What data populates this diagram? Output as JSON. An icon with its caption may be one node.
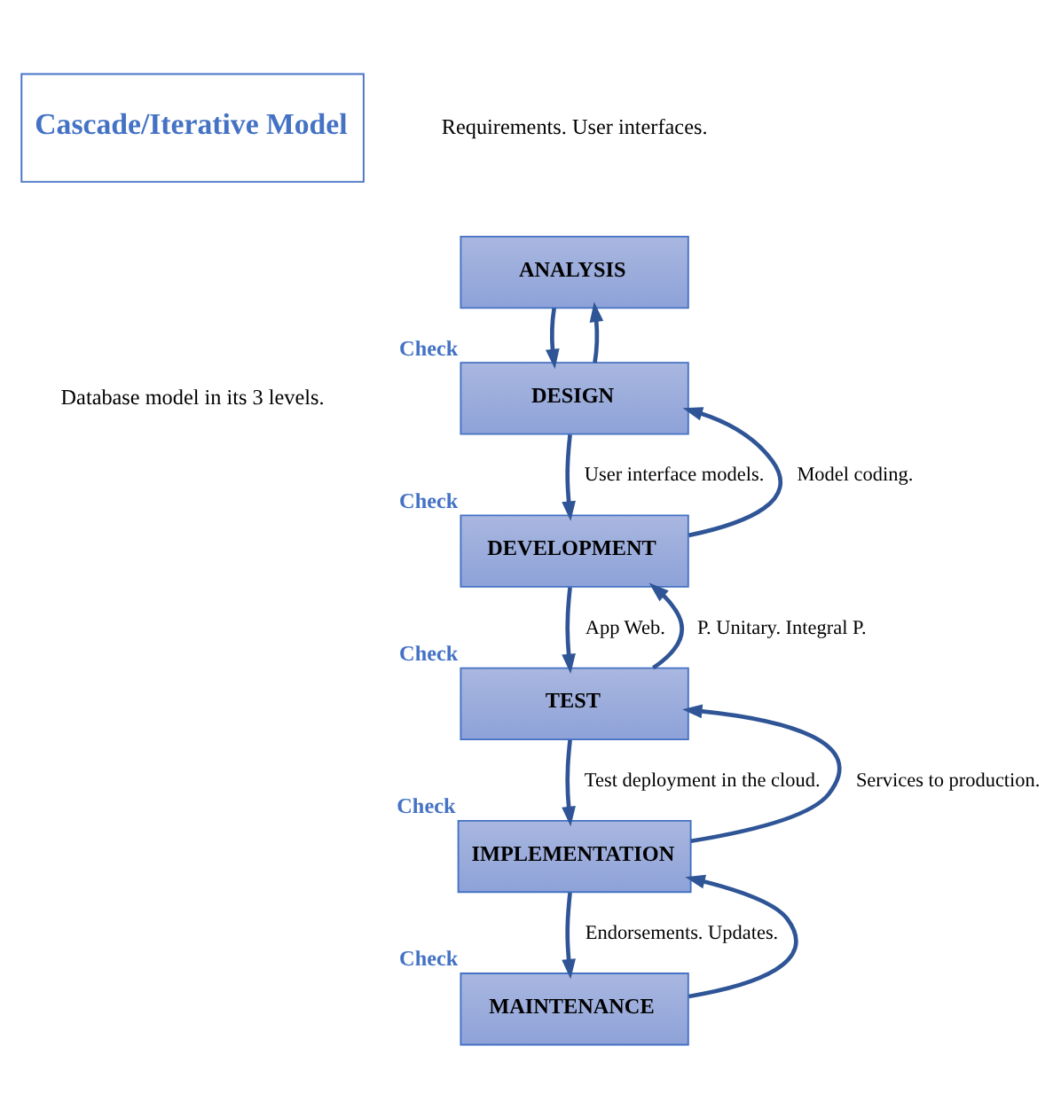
{
  "diagram": {
    "nodes": [
      {
        "text": [
          "Cascade/Iterative Model"
        ]
      },
      {
        "text": [
          "ANALYSIS"
        ]
      },
      {
        "text": [
          "DESIGN"
        ],
        "beside": [
          "Check"
        ]
      },
      {
        "text": [
          "DEVELOPMENT"
        ],
        "beside": [
          "Check"
        ]
      },
      {
        "text": [
          "TEST"
        ],
        "beside": [
          "Check"
        ]
      },
      {
        "text": [
          "IMPLEMENTATION"
        ],
        "beside": [
          "Check"
        ]
      },
      {
        "text": [
          "MAINTENANCE"
        ],
        "beside": [
          "Check"
        ]
      }
    ],
    "edges": [
      {
        "from": 1,
        "to": 2,
        "arrow": "to"
      },
      {
        "from": 2,
        "to": 1,
        "arrow": "to"
      },
      {
        "from": 2,
        "to": 3,
        "arrow": "to",
        "label": "User interface models."
      },
      {
        "from": 3,
        "to": 2,
        "arrow": "to",
        "label": "Model coding."
      },
      {
        "from": 3,
        "to": 4,
        "arrow": "to",
        "label": "App Web."
      },
      {
        "from": 4,
        "to": 3,
        "arrow": "to",
        "label": "P. Unitary. Integral P."
      },
      {
        "from": 4,
        "to": 5,
        "arrow": "to",
        "label": "Test deployment in the cloud."
      },
      {
        "from": 5,
        "to": 4,
        "arrow": "to",
        "label": "Services to production."
      },
      {
        "from": 5,
        "to": 6,
        "arrow": "to",
        "label": "Endorsements. Updates."
      },
      {
        "from": 6,
        "to": 5,
        "arrow": "to"
      }
    ],
    "labels": [
      "Requirements. User interfaces.",
      "Database model in its 3 levels."
    ]
  }
}
